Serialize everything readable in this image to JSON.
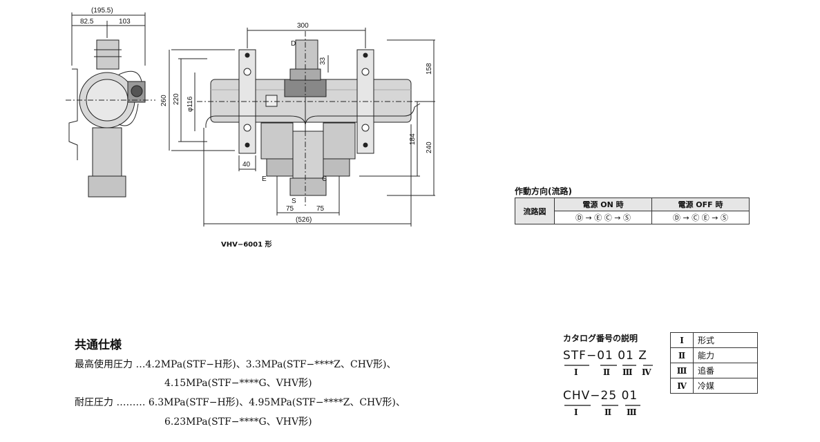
{
  "drawing": {
    "model_label": "VHV−6001 形",
    "dims": {
      "d195": "(195.5)",
      "d82": "82.5",
      "d103": "103",
      "d300": "300",
      "d33": "33",
      "d158": "158",
      "d260": "260",
      "d220": "220",
      "d116": "φ116",
      "d184": "184",
      "d240": "240",
      "d40": "40",
      "d75a": "75",
      "d75b": "75",
      "d526": "(526)"
    },
    "ports": {
      "D": "D",
      "E": "E",
      "C": "C",
      "S": "S"
    }
  },
  "flow": {
    "title": "作動方向(流路)",
    "row_label": "流路図",
    "on_header": "電源 ON 時",
    "off_header": "電源 OFF 時",
    "on_value": "Ⓓ → Ⓔ  Ⓒ → Ⓢ",
    "off_value": "Ⓓ → Ⓒ  Ⓔ → Ⓢ"
  },
  "specs": {
    "title": "共通仕様",
    "line1": "最高使用圧力 …4.2MPa(STF−H形)、3.3MPa(STF−****Z、CHV形)、",
    "line2": "4.15MPa(STF−****G、VHV形)",
    "line3": "耐圧圧力 ……… 6.3MPa(STF−H形)、4.95MPa(STF−****Z、CHV形)、",
    "line4": "6.23MPa(STF−****G、VHV形)"
  },
  "catalog": {
    "title": "カタログ番号の説明",
    "stf_code": "STF−01 01 Z",
    "stf_roman": [
      "Ⅰ",
      "Ⅱ",
      "Ⅲ",
      "Ⅳ"
    ],
    "chv_code": "CHV−25 01",
    "chv_roman": [
      "Ⅰ",
      "Ⅱ",
      "Ⅲ"
    ],
    "legend": [
      {
        "roman": "Ⅰ",
        "name": "形式"
      },
      {
        "roman": "Ⅱ",
        "name": "能力"
      },
      {
        "roman": "Ⅲ",
        "name": "追番"
      },
      {
        "roman": "Ⅳ",
        "name": "冷媒"
      }
    ]
  }
}
